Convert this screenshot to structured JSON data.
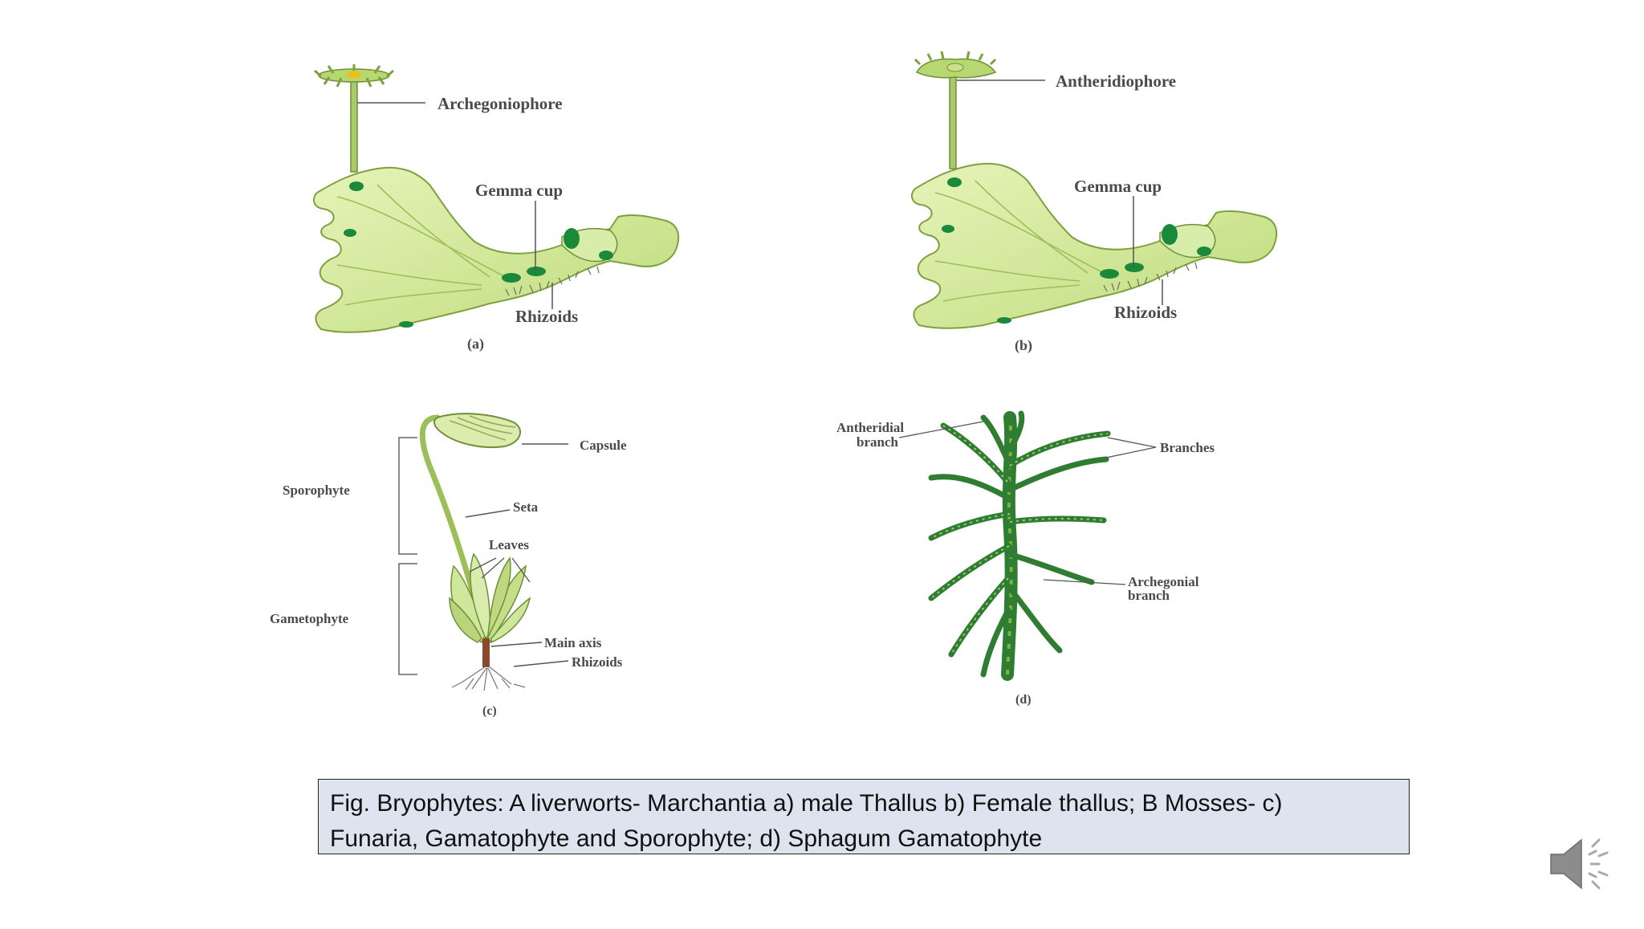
{
  "figure_a": {
    "labels": {
      "top": "Archegoniophore",
      "gemma": "Gemma cup",
      "rhizoids": "Rhizoids"
    },
    "sub": "(a)"
  },
  "figure_b": {
    "labels": {
      "top": "Antheridiophore",
      "gemma": "Gemma cup",
      "rhizoids": "Rhizoids"
    },
    "sub": "(b)"
  },
  "figure_c": {
    "labels": {
      "capsule": "Capsule",
      "sporophyte": "Sporophyte",
      "seta": "Seta",
      "leaves": "Leaves",
      "gametophyte": "Gametophyte",
      "main_axis": "Main axis",
      "rhizoids": "Rhizoids"
    },
    "sub": "(c)"
  },
  "figure_d": {
    "labels": {
      "antheridial_1": "Antheridial",
      "antheridial_2": "branch",
      "branches": "Branches",
      "archegonial_1": "Archegonial",
      "archegonial_2": "branch"
    },
    "sub": "(d)"
  },
  "caption": {
    "line1": "Fig. Bryophytes: A liverworts- Marchantia a) male Thallus b) Female thallus; B Mosses- c)",
    "line2": "Funaria, Gamatophyte and Sporophyte; d) Sphagum Gamatophyte"
  },
  "icons": {
    "speaker": "speaker-icon"
  },
  "colors": {
    "thallus_fill": "#cfe79a",
    "thallus_dark": "#1a8a3a",
    "moss_green": "#2e7d32",
    "caption_bg": "#dde3ef"
  }
}
